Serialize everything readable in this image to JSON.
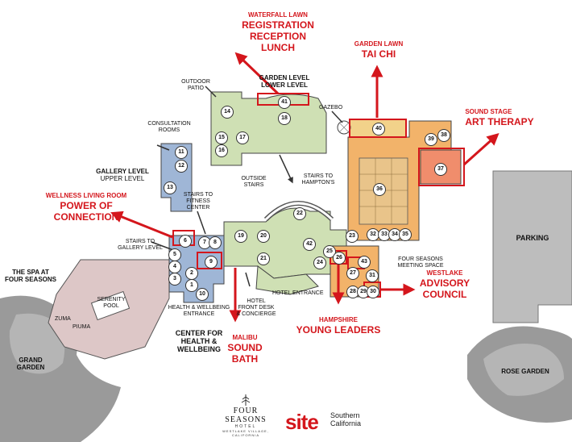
{
  "callouts": {
    "waterfall": {
      "small": "WATERFALL LAWN",
      "lines": [
        "REGISTRATION",
        "RECEPTION",
        "LUNCH"
      ]
    },
    "garden_lawn": {
      "small": "GARDEN LAWN",
      "lines": [
        "TAI CHI"
      ]
    },
    "sound_stage": {
      "small": "SOUND STAGE",
      "lines": [
        "ART THERAPY"
      ]
    },
    "wellness": {
      "small": "WELLNESS LIVING ROOM",
      "lines": [
        "POWER OF",
        "CONNECTION"
      ]
    },
    "westlake": {
      "small": "WESTLAKE",
      "lines": [
        "ADVISORY",
        "COUNCIL"
      ]
    },
    "hampshire": {
      "small": "HAMPSHIRE",
      "lines": [
        "YOUNG LEADERS"
      ]
    },
    "malibu": {
      "small": "MALIBU",
      "lines": [
        "SOUND",
        "BATH"
      ]
    }
  },
  "labels": {
    "garden_level": "GARDEN LEVEL",
    "lower_level": "LOWER LEVEL",
    "outdoor_patio_1": "OUTDOOR",
    "outdoor_patio_2": "PATIO",
    "gazebo": "GAZEBO",
    "consultation_1": "CONSULTATION",
    "consultation_2": "ROOMS",
    "gallery_level": "GALLERY LEVEL",
    "upper_level": "UPPER LEVEL",
    "outside_stairs_1": "OUTSIDE",
    "outside_stairs_2": "STAIRS",
    "stairs_hamptons_1": "STAIRS TO",
    "stairs_hamptons_2": "HAMPTON'S",
    "stairs_fitness_1": "STAIRS TO",
    "stairs_fitness_2": "FITNESS",
    "stairs_fitness_3": "CENTER",
    "stairs_gallery_1": "STAIRS TO",
    "stairs_gallery_2": "GALLERY LEVEL",
    "spa_1": "THE SPA AT",
    "spa_2": "FOUR SEASONS",
    "serenity_1": "SERENITY",
    "serenity_2": "POOL",
    "zuma": "ZUMA",
    "piuma": "PIUMA",
    "grand_garden_1": "GRAND",
    "grand_garden_2": "GARDEN",
    "health_entrance_1": "HEALTH & WELLBEING",
    "health_entrance_2": "ENTRANCE",
    "center_1": "CENTER FOR",
    "center_2": "HEALTH &",
    "center_3": "WELLBEING",
    "hotel_entrance": "HOTEL ENTRANCE",
    "front_desk_1": "HOTEL",
    "front_desk_2": "FRONT DESK",
    "front_desk_3": "& CONCIERGE",
    "meeting_space_1": "FOUR SEASONS",
    "meeting_space_2": "MEETING SPACE",
    "parking": "PARKING",
    "rose_garden": "ROSE GARDEN"
  },
  "rooms": [
    "1",
    "2",
    "3",
    "4",
    "5",
    "6",
    "7",
    "8",
    "9",
    "10",
    "11",
    "12",
    "13",
    "14",
    "15",
    "16",
    "17",
    "18",
    "19",
    "20",
    "21",
    "22",
    "23",
    "24",
    "25",
    "26",
    "27",
    "28",
    "29",
    "30",
    "31",
    "32",
    "33",
    "34",
    "35",
    "36",
    "37",
    "38",
    "39",
    "40",
    "41",
    "42",
    "43"
  ],
  "logos": {
    "four_seasons": "FOUR SEASONS",
    "four_seasons_hotel": "HOTEL",
    "four_seasons_location": "WESTLAKE VILLAGE, CALIFORNIA",
    "site": "site",
    "site_region_1": "Southern",
    "site_region_2": "California"
  },
  "colors": {
    "callout_red": "#d4161c",
    "garden_green": "#cfe0b4",
    "gallery_blue": "#9fb6d6",
    "spa_pink": "#ddc7c7",
    "meeting_orange": "#f2b36a",
    "parking_gray": "#bdbdbd",
    "landscape_gray": "#9a9a9a"
  }
}
